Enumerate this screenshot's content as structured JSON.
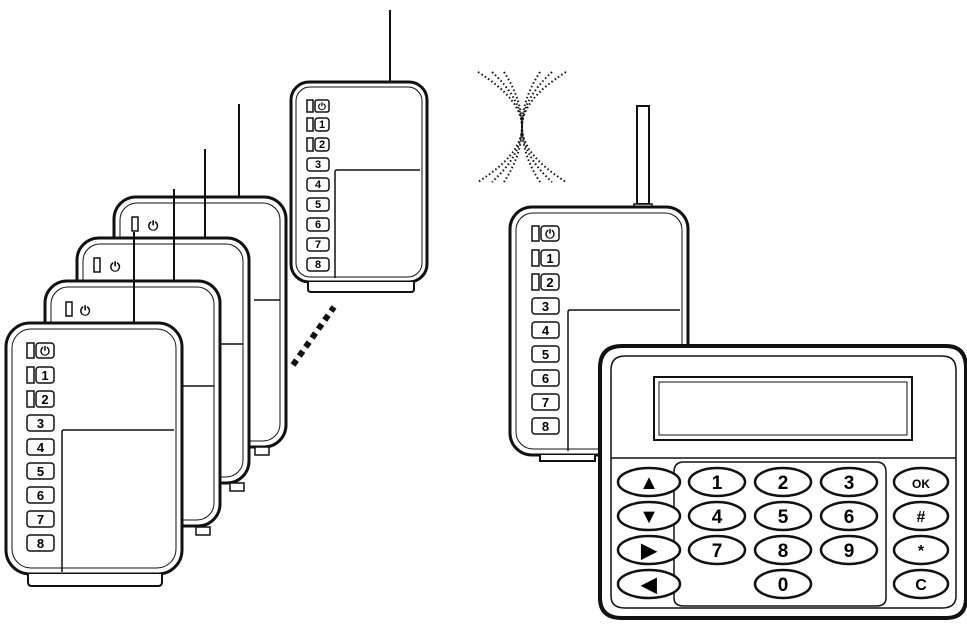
{
  "power_symbol": "⏻",
  "device_buttons": [
    "1",
    "2",
    "3",
    "4",
    "5",
    "6",
    "7",
    "8"
  ],
  "keypad": {
    "arrow_keys": [
      {
        "icon": "arrow-up-icon",
        "glyph": "▲"
      },
      {
        "icon": "arrow-down-icon",
        "glyph": "▼"
      },
      {
        "icon": "arrow-right-icon",
        "glyph": "▶"
      },
      {
        "icon": "arrow-left-icon",
        "glyph": "◀"
      }
    ],
    "digit_rows": [
      [
        "1",
        "2",
        "3"
      ],
      [
        "4",
        "5",
        "6"
      ],
      [
        "7",
        "8",
        "9"
      ],
      [
        "0"
      ]
    ],
    "function_keys": [
      "OK",
      "#",
      "*",
      "C"
    ]
  },
  "colors": {
    "stroke": "#111111",
    "background": "#ffffff"
  }
}
